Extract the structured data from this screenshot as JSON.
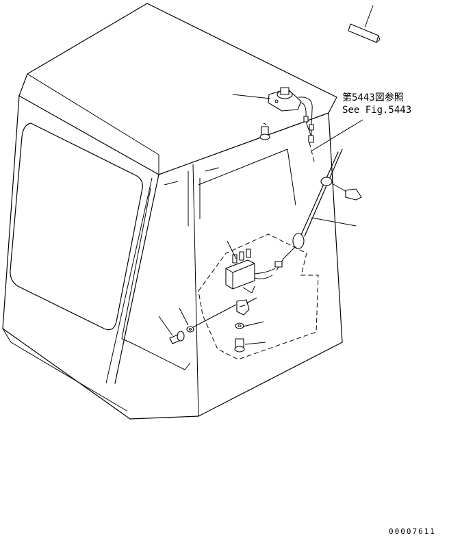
{
  "reference": {
    "jp": "第5443図参照",
    "en": "See Fig.5443"
  },
  "drawing_code": "00007611"
}
